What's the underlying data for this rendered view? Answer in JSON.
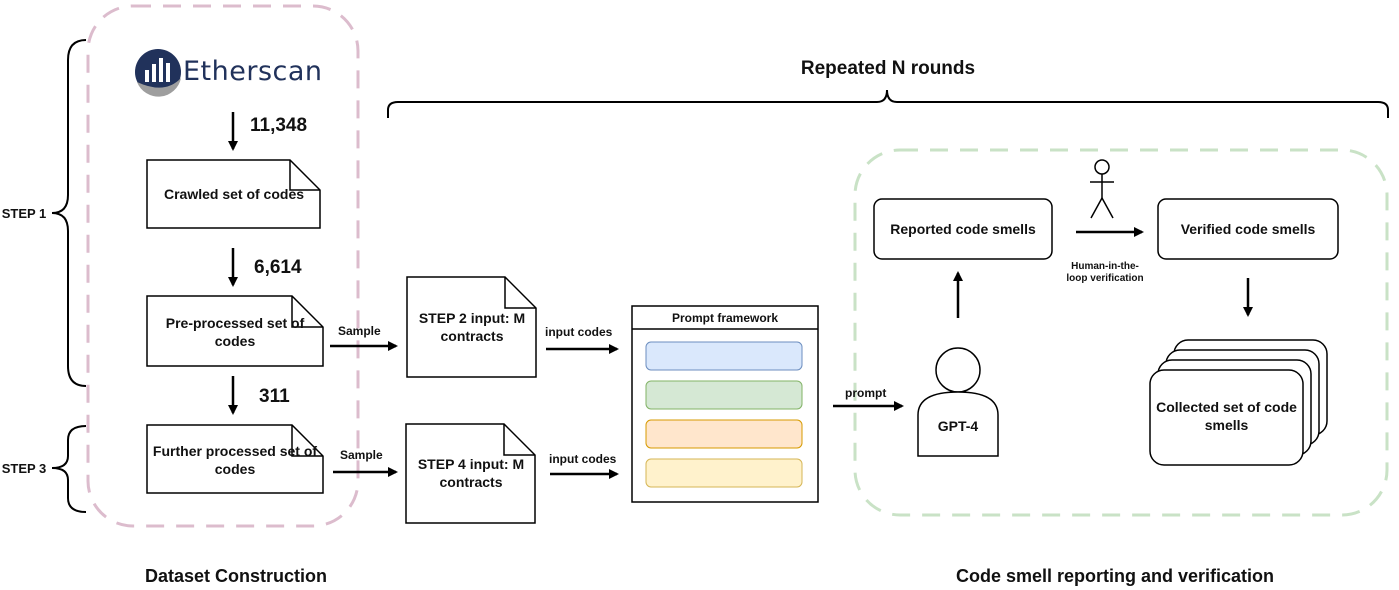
{
  "dataset_title": "Dataset Construction",
  "reporting_title": "Code smell reporting and verification",
  "repeat_label": "Repeated N rounds",
  "step1_label": "STEP 1",
  "step3_label": "STEP 3",
  "logo_text": "Etherscan",
  "counts": {
    "crawled": "11,348",
    "preprocessed": "6,614",
    "further": "311"
  },
  "docs": {
    "crawled": "Crawled set of codes",
    "preprocessed": "Pre-processed set of codes",
    "further": "Further processed set of codes",
    "step2": "STEP 2 input: M contracts",
    "step4": "STEP 4 input: M contracts"
  },
  "arrow_labels": {
    "sample_top": "Sample",
    "sample_bottom": "Sample",
    "input_top": "input codes",
    "input_bottom": "input codes",
    "prompt": "prompt",
    "human": "Human-in-the-loop verification"
  },
  "prompt_framework": "Prompt framework",
  "gpt": "GPT-4",
  "reported": "Reported code smells",
  "verified": "Verified code smells",
  "collected": "Collected set of code smells",
  "colors": {
    "dataset_border": "#dcbccd",
    "reporting_border": "#c9e2c6",
    "bar_blue": "#dae8fc",
    "bar_green": "#d5e8d4",
    "bar_orange": "#ffe6cc",
    "bar_yellow": "#fff2cc",
    "logo_navy": "#21325b",
    "logo_gray": "#9e9e9e"
  }
}
